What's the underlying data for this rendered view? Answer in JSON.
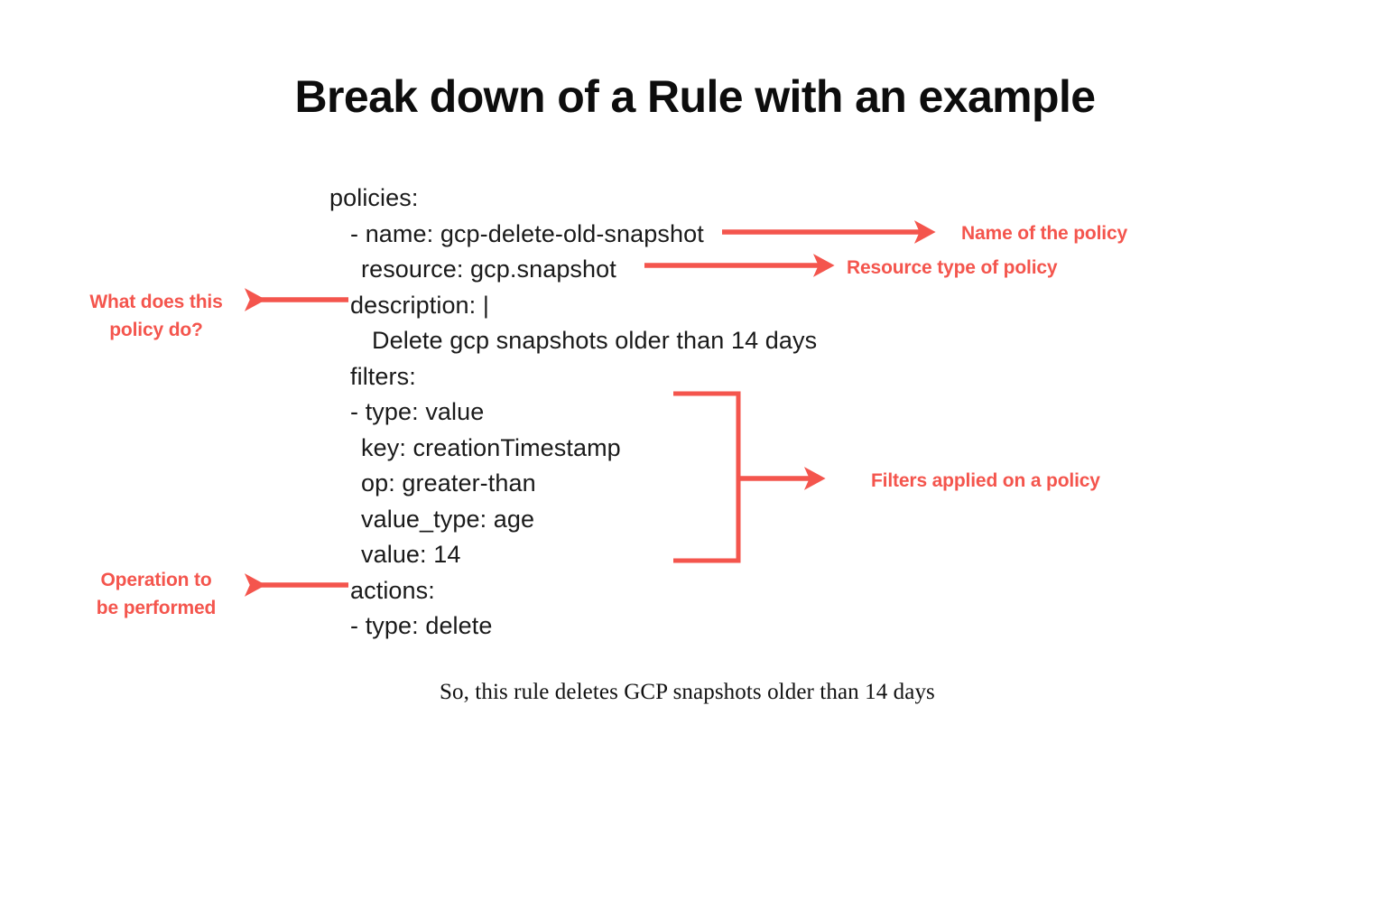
{
  "page": {
    "title": "Break down of a Rule with an example",
    "background_color": "#ffffff",
    "accent_color": "#f4554d",
    "text_color": "#1a1a1a"
  },
  "yaml": {
    "lines": [
      {
        "indent": 0,
        "text": "policies:"
      },
      {
        "indent": 1,
        "text": "- name: gcp-delete-old-snapshot"
      },
      {
        "indent": 2,
        "text": "resource: gcp.snapshot"
      },
      {
        "indent": 1,
        "text": "description: |"
      },
      {
        "indent": 3,
        "text": "Delete gcp snapshots older than 14 days"
      },
      {
        "indent": 1,
        "text": "filters:"
      },
      {
        "indent": 1,
        "text": "- type: value"
      },
      {
        "indent": 2,
        "text": "key: creationTimestamp"
      },
      {
        "indent": 2,
        "text": "op: greater-than"
      },
      {
        "indent": 2,
        "text": "value_type: age"
      },
      {
        "indent": 2,
        "text": "value: 14"
      },
      {
        "indent": 1,
        "text": "actions:"
      },
      {
        "indent": 1,
        "text": "- type: delete"
      }
    ]
  },
  "annotations": {
    "name_of_policy": "Name of the policy",
    "resource_type": "Resource type of policy",
    "filters_applied": "Filters applied on a policy",
    "what_does_policy_do": "What does this\npolicy do?",
    "operation_performed": "Operation to\nbe performed"
  },
  "caption": {
    "text": "So, this rule deletes GCP snapshots older than 14 days"
  },
  "connectors": {
    "arrow_name": "arrow-right",
    "arrow_resource": "arrow-right",
    "arrow_filters": "arrow-right",
    "arrow_description": "arrow-left",
    "arrow_actions": "arrow-left",
    "bracket_filters": "bracket-right"
  }
}
